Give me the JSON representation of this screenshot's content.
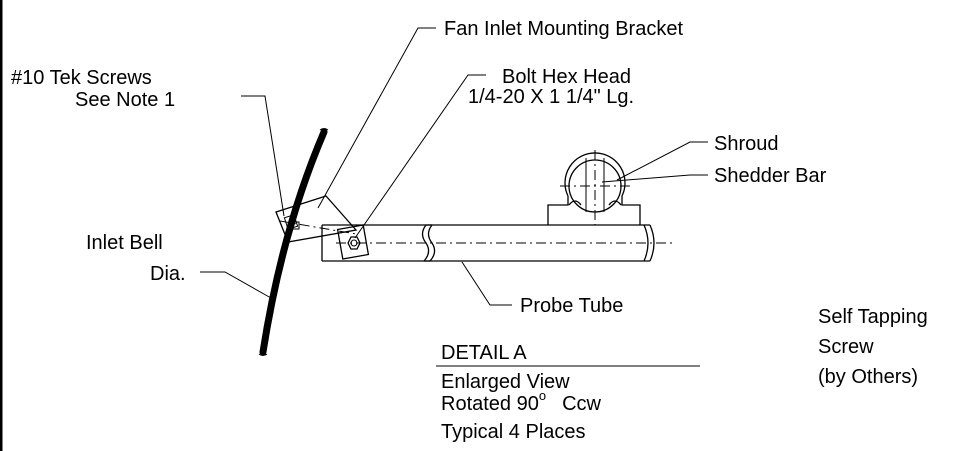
{
  "labels": {
    "fan_inlet_bracket": "Fan Inlet Mounting Bracket",
    "tek_screws_line1": "#10 Tek Screws",
    "tek_screws_line2": "See Note 1",
    "bolt_line1": "Bolt Hex Head",
    "bolt_line2": "1/4-20 X 1 1/4\" Lg.",
    "shroud": "Shroud",
    "shedder_bar": "Shedder Bar",
    "inlet_bell_line1": "Inlet Bell",
    "inlet_bell_line2": "Dia.",
    "probe_tube": "Probe Tube",
    "self_tapping_line1": "Self Tapping",
    "self_tapping_line2": "Screw",
    "self_tapping_line3": "(by Others)"
  },
  "detail": {
    "title": "DETAIL  A",
    "line1": "Enlarged View",
    "line2_text": "Rotated 90",
    "line2_degree": "o",
    "line2_suffix": "Ccw",
    "line3": "Typical 4 Places"
  }
}
